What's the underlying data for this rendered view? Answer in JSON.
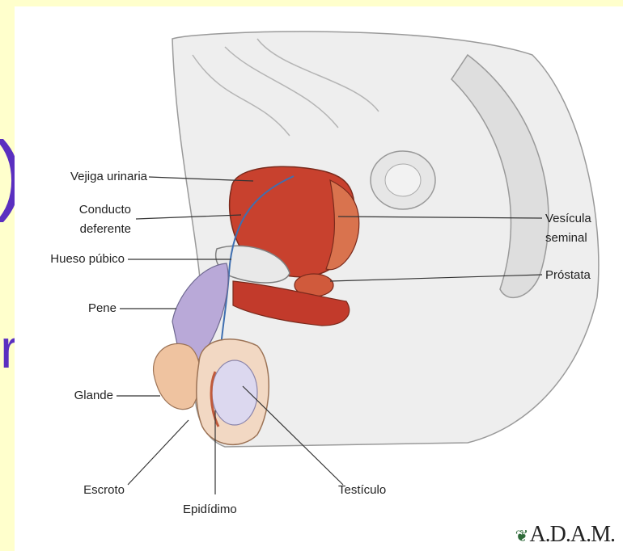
{
  "slide": {
    "fragment_paren": ")",
    "fragment_text": "res"
  },
  "diagram": {
    "labels": {
      "vejiga": "Vejiga urinaria",
      "conducto_1": "Conducto",
      "conducto_2": "deferente",
      "hueso": "Hueso púbico",
      "pene": "Pene",
      "glande": "Glande",
      "escroto": "Escroto",
      "epididimo": "Epidídimo",
      "testiculo": "Testículo",
      "vesicula_1": "Vesícula",
      "vesicula_2": "seminal",
      "prostata": "Próstata"
    },
    "logo": "A.D.A.M.",
    "colors": {
      "slide_background": "#ffffcc",
      "fragment_text": "#5a2fc0",
      "organ_red": "#c8412e",
      "skin": "#efc3a0"
    }
  }
}
